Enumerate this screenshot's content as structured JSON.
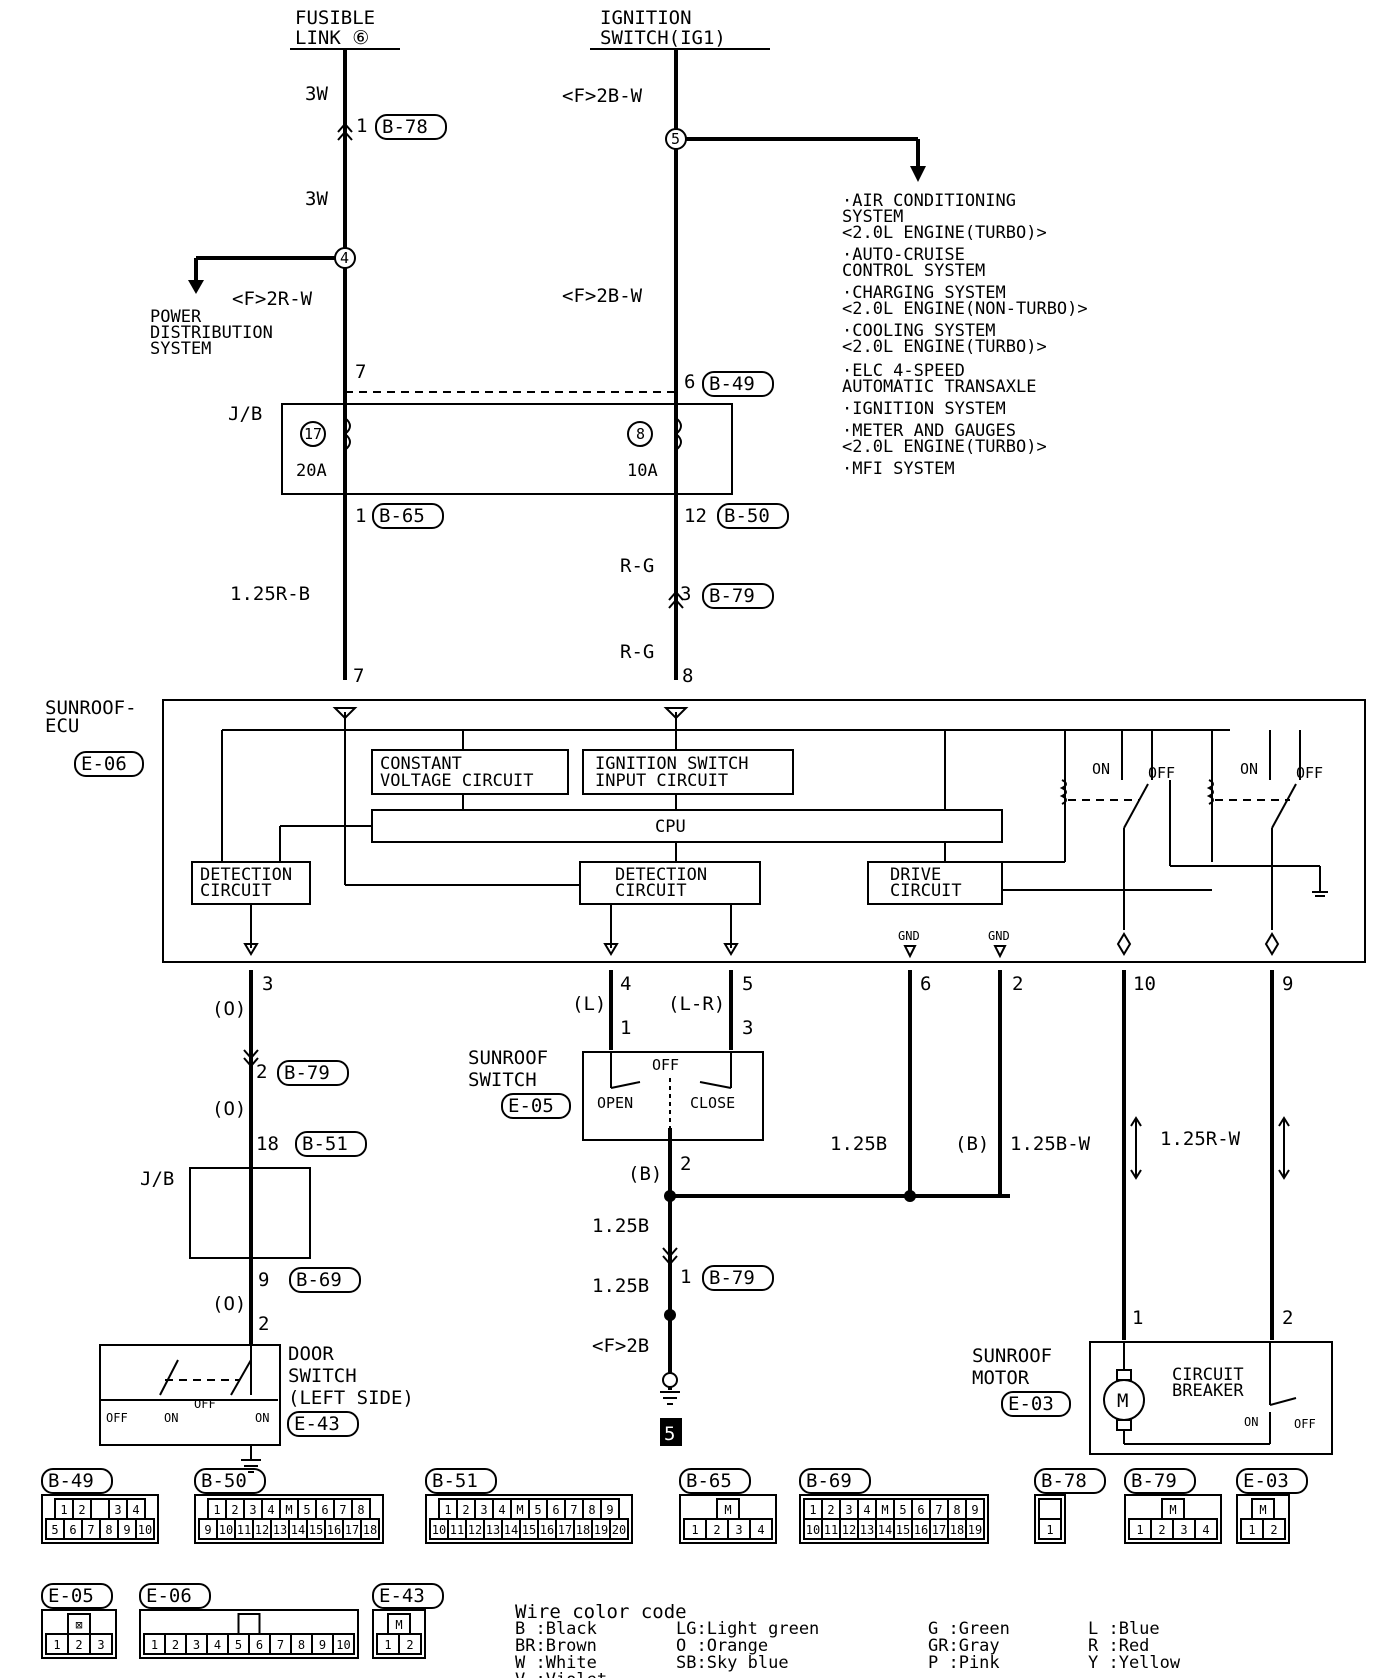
{
  "sources": {
    "fusible_link": [
      "FUSIBLE",
      "LINK ⑥"
    ],
    "ignition_switch": [
      "IGNITION",
      "SWITCH(IG1)"
    ]
  },
  "wires": {
    "w_3w_a": "3W",
    "w_3w_b": "3W",
    "w_f2bw_a": "<F>2B-W",
    "w_f2rw": "<F>2R-W",
    "w_f2bw_b": "<F>2B-W",
    "w_125rb": "1.25R-B",
    "w_rg_a": "R-G",
    "w_rg_b": "R-G",
    "w_o_a": "(O)",
    "w_o_b": "(O)",
    "w_o_c": "(O)",
    "w_l": "(L)",
    "w_lr": "(L-R)",
    "w_b_a": "(B)",
    "w_125b_a": "1.25B",
    "w_125b_b": "1.25B",
    "w_125b_c": "1.25B",
    "w_f2b": "<F>2B",
    "w_b_b": "(B)",
    "w_125bw": "1.25B-W",
    "w_125rw": "1.25R-W"
  },
  "connectors": {
    "b78": "B-78",
    "b49": "B-49",
    "b65": "B-65",
    "b50": "B-50",
    "b79_a": "B-79",
    "e06": "E-06",
    "b79_b": "B-79",
    "b51": "B-51",
    "b69": "B-69",
    "e05": "E-05",
    "b79_c": "B-79",
    "e43": "E-43",
    "e03": "E-03"
  },
  "pins": {
    "p1_b78": "1",
    "p7_jb": "7",
    "p6_b49": "6",
    "p1_b65": "1",
    "p12_b50": "12",
    "p3_b79": "3",
    "p7_ecu": "7",
    "p8_ecu": "8",
    "p3_out": "3",
    "p4_out": "4",
    "p5_out": "5",
    "p6_out": "6",
    "p2_out": "2",
    "p10_out": "10",
    "p9_out": "9",
    "p2_b79": "2",
    "p18_b51": "18",
    "p9_b69": "9",
    "p2_door": "2",
    "p1_sw": "1",
    "p3_sw": "3",
    "p2_sw": "2",
    "p1_b79": "1",
    "p1_mot": "1",
    "p2_mot": "2"
  },
  "junctions": {
    "j5": "5",
    "j4": "4",
    "f17": "17",
    "f8": "8"
  },
  "destinations": {
    "power_distribution": [
      "POWER",
      "DISTRIBUTION",
      "SYSTEM"
    ],
    "ignition_loads": [
      "·AIR CONDITIONING",
      " SYSTEM",
      " <2.0L ENGINE(TURBO)>",
      "·AUTO-CRUISE",
      " CONTROL SYSTEM",
      "·CHARGING SYSTEM",
      " <2.0L ENGINE(NON-TURBO)>",
      "·COOLING SYSTEM",
      " <2.0L ENGINE(TURBO)>",
      "·ELC 4-SPEED",
      " AUTOMATIC TRANSAXLE",
      "·IGNITION SYSTEM",
      "·METER AND GAUGES",
      " <2.0L ENGINE(TURBO)>",
      "·MFI SYSTEM"
    ]
  },
  "junction_block": {
    "label_top": "J/B",
    "fuse_20a": "20A",
    "fuse_10a": "10A",
    "label_bottom": "J/B"
  },
  "ecu": {
    "name": [
      "SUNROOF-",
      "ECU"
    ],
    "constant_voltage": [
      "CONSTANT",
      "VOLTAGE CIRCUIT"
    ],
    "ignition_input": [
      "IGNITION SWITCH",
      "INPUT CIRCUIT"
    ],
    "cpu": "CPU",
    "detection_left": [
      "DETECTION",
      "CIRCUIT"
    ],
    "detection_mid": [
      "DETECTION",
      "CIRCUIT"
    ],
    "drive": [
      "DRIVE",
      "CIRCUIT"
    ],
    "gnd_a": "GND",
    "gnd_b": "GND",
    "relay1_on": "ON",
    "relay1_off": "OFF",
    "relay2_on": "ON",
    "relay2_off": "OFF"
  },
  "sunroof_switch": {
    "name": [
      "SUNROOF",
      "SWITCH"
    ],
    "off": "OFF",
    "open": "OPEN",
    "close": "CLOSE"
  },
  "door_switch": {
    "name": [
      "DOOR",
      "SWITCH",
      "(LEFT SIDE)"
    ],
    "off_a": "OFF",
    "on_a": "ON",
    "off_b": "OFF",
    "on_b": "ON"
  },
  "motor": {
    "name": [
      "SUNROOF",
      "MOTOR"
    ],
    "symbol": "M",
    "breaker": [
      "CIRCUIT",
      "BREAKER"
    ],
    "on": "ON",
    "off": "OFF"
  },
  "ground_ref": "5",
  "connector_faces": [
    {
      "label": "B-49",
      "rows": [
        [
          "1",
          "2",
          "",
          "3",
          "4"
        ],
        [
          "5",
          "6",
          "7",
          "8",
          "9",
          "10"
        ]
      ]
    },
    {
      "label": "B-50",
      "rows": [
        [
          "1",
          "2",
          "3",
          "4",
          "M",
          "5",
          "6",
          "7",
          "8"
        ],
        [
          "9",
          "10",
          "11",
          "12",
          "13",
          "14",
          "15",
          "16",
          "17",
          "18"
        ]
      ]
    },
    {
      "label": "B-51",
      "rows": [
        [
          "1",
          "2",
          "3",
          "4",
          "M",
          "5",
          "6",
          "7",
          "8",
          "9"
        ],
        [
          "10",
          "11",
          "12",
          "13",
          "14",
          "15",
          "16",
          "17",
          "18",
          "19",
          "20"
        ]
      ]
    },
    {
      "label": "B-65",
      "rows": [
        [
          "M"
        ],
        [
          "1",
          "2",
          "3",
          "4"
        ]
      ]
    },
    {
      "label": "B-69",
      "rows": [
        [
          "1",
          "2",
          "3",
          "4",
          "M",
          "5",
          "6",
          "7",
          "8",
          "9"
        ],
        [
          "10",
          "11",
          "12",
          "13",
          "14",
          "15",
          "16",
          "17",
          "18",
          "19"
        ]
      ]
    },
    {
      "label": "B-78",
      "rows": [
        [
          ""
        ],
        [
          "1"
        ]
      ]
    },
    {
      "label": "B-79",
      "rows": [
        [
          "M"
        ],
        [
          "1",
          "2",
          "3",
          "4"
        ]
      ]
    },
    {
      "label": "E-03",
      "rows": [
        [
          "M"
        ],
        [
          "1",
          "2"
        ]
      ]
    },
    {
      "label": "E-05",
      "rows": [
        [
          "⊠"
        ],
        [
          "1",
          "2",
          "3"
        ]
      ]
    },
    {
      "label": "E-06",
      "rows": [
        [
          ""
        ],
        [
          "1",
          "2",
          "3",
          "4",
          "5",
          "6",
          "7",
          "8",
          "9",
          "10"
        ]
      ]
    },
    {
      "label": "E-43",
      "rows": [
        [
          "M"
        ],
        [
          "1",
          "2"
        ]
      ]
    }
  ],
  "color_code": {
    "title": "Wire color code",
    "entries": [
      [
        "B :Black",
        "LG:Light green",
        "G :Green",
        "L :Blue"
      ],
      [
        "BR:Brown",
        "O :Orange",
        "GR:Gray",
        "R :Red"
      ],
      [
        "W :White",
        "SB:Sky blue",
        "P :Pink",
        "Y :Yellow"
      ],
      [
        "V :Violet",
        "",
        "",
        ""
      ]
    ]
  }
}
